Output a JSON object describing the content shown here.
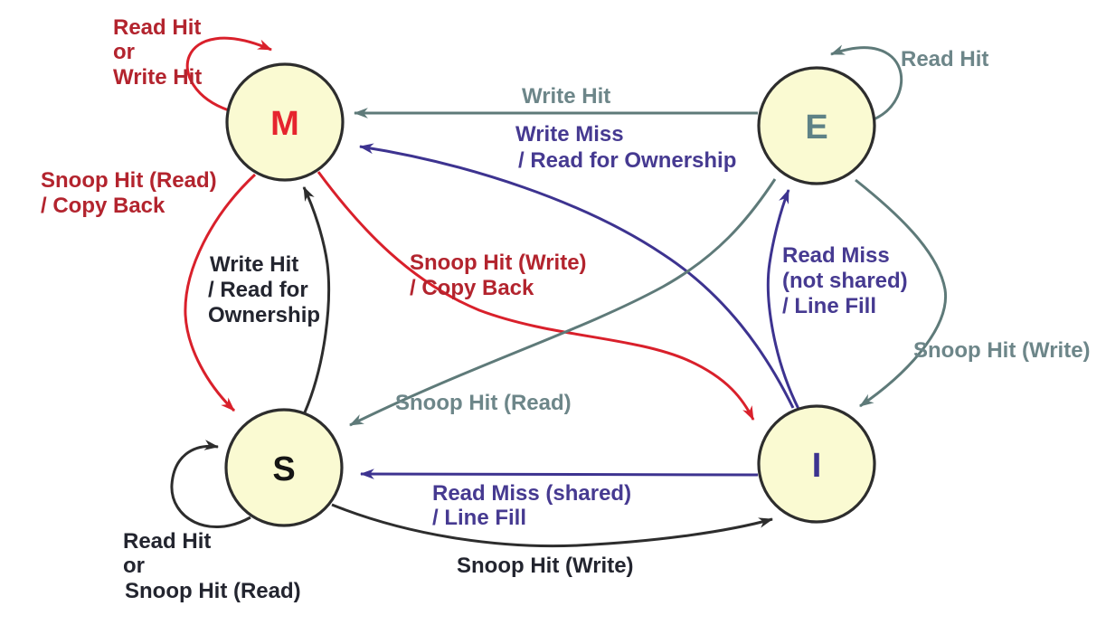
{
  "diagram": {
    "type": "state-diagram",
    "background": "#ffffff",
    "colors": {
      "node_fill": "#fafad2",
      "node_border": "#2d2d2d",
      "red_stroke": "#d9202b",
      "red_text": "#b3242e",
      "slate_stroke": "#5e7a79",
      "slate_text": "#6d8689",
      "purple_stroke": "#3d3390",
      "purple_text": "#463a91",
      "black_stroke": "#2d2d2d",
      "black_text": "#23252f"
    },
    "states": {
      "m": {
        "label": "M"
      },
      "e": {
        "label": "E"
      },
      "s": {
        "label": "S"
      },
      "i": {
        "label": "I"
      }
    },
    "edges": {
      "m_self": {
        "from": "M",
        "to": "M",
        "color": "red",
        "lines": [
          "Read Hit",
          "or",
          "Write Hit"
        ]
      },
      "e_self": {
        "from": "E",
        "to": "E",
        "color": "slate",
        "lines": [
          "Read Hit"
        ]
      },
      "e_m": {
        "from": "E",
        "to": "M",
        "color": "slate",
        "lines": [
          "Write Hit"
        ]
      },
      "i_m": {
        "from": "I",
        "to": "M",
        "color": "purple",
        "lines": [
          "Write Miss",
          "/ Read for Ownership"
        ]
      },
      "m_s": {
        "from": "M",
        "to": "S",
        "color": "red",
        "lines": [
          "Snoop Hit (Read)",
          "/ Copy Back"
        ]
      },
      "s_m": {
        "from": "S",
        "to": "M",
        "color": "black",
        "lines": [
          "Write Hit",
          "/ Read for",
          "Ownership"
        ]
      },
      "m_i": {
        "from": "M",
        "to": "I",
        "color": "red",
        "lines": [
          "Snoop Hit (Write)",
          "/ Copy Back"
        ]
      },
      "e_s": {
        "from": "E",
        "to": "S",
        "color": "slate",
        "lines": [
          "Snoop Hit (Read)"
        ]
      },
      "i_e": {
        "from": "I",
        "to": "E",
        "color": "purple",
        "lines": [
          "Read Miss",
          "(not shared)",
          "/ Line Fill"
        ]
      },
      "e_i": {
        "from": "E",
        "to": "I",
        "color": "slate",
        "lines": [
          "Snoop Hit (Write)"
        ]
      },
      "i_s": {
        "from": "I",
        "to": "S",
        "color": "purple",
        "lines": [
          "Read Miss (shared)",
          "/ Line Fill"
        ]
      },
      "s_i": {
        "from": "S",
        "to": "I",
        "color": "black",
        "lines": [
          "Snoop Hit (Write)"
        ]
      },
      "s_self": {
        "from": "S",
        "to": "S",
        "color": "black",
        "lines": [
          "Read Hit",
          "or",
          "Snoop Hit (Read)"
        ]
      }
    }
  }
}
